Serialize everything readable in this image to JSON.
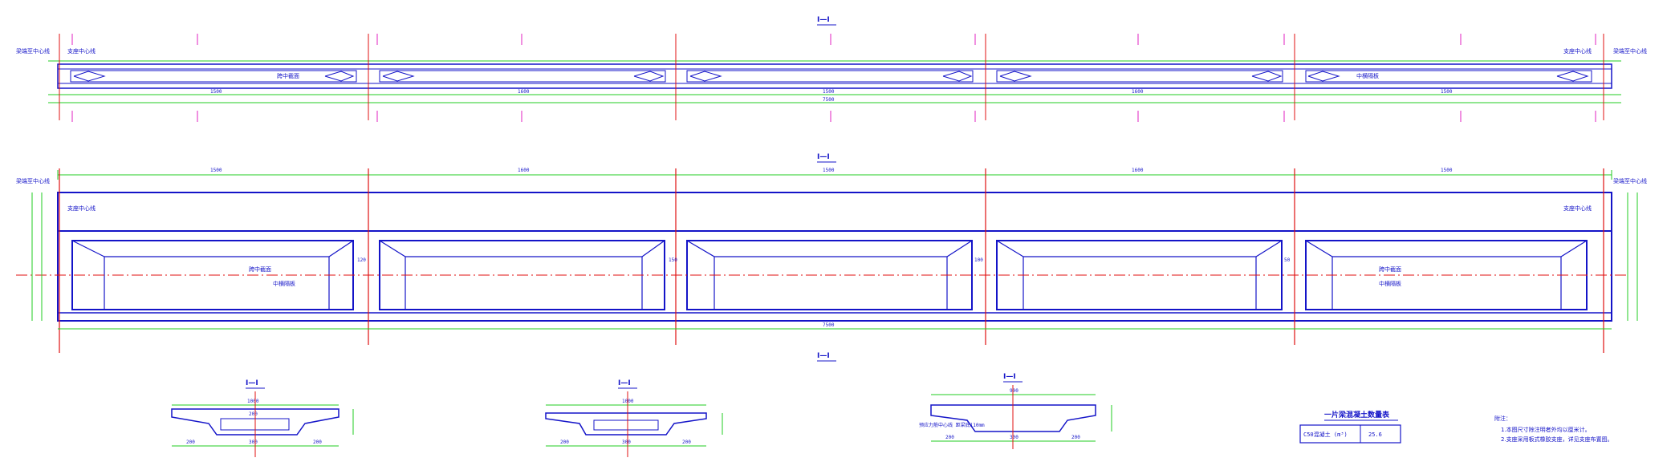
{
  "section_marks": {
    "plan": "I—I",
    "elevation": "I—I",
    "bottom": "I—I",
    "section_a": "I—I",
    "section_b": "I—I",
    "section_c": "I—I"
  },
  "labels": {
    "left_end": "梁端至中心线",
    "right_end": "梁端至中心线",
    "left_center": "支座中心线",
    "right_center": "支座中心线",
    "mid_label_1": "跨中截面",
    "mid_label_2": "中横隔板",
    "dim_top_1": "1500",
    "dim_top_2": "1600",
    "dim_top_3": "1500",
    "dim_top_4": "1600",
    "dim_top_5": "1500",
    "dim_total": "7500",
    "dim_small_a": "120",
    "dim_small_b": "150",
    "dim_small_c": "100",
    "dim_small_d": "50",
    "sec_a_top": "1000",
    "sec_a_mid": "200",
    "sec_a_b1": "200",
    "sec_a_b2": "300",
    "sec_a_b3": "200",
    "sec_b_top": "1000",
    "sec_b_b1": "200",
    "sec_b_b2": "300",
    "sec_b_b3": "200",
    "sec_c_top": "900",
    "sec_c_b1": "200",
    "sec_c_b2": "300",
    "sec_c_b3": "200",
    "sec_c_note": "预应力筋中心线 距梁底110mm"
  },
  "table": {
    "title": "一片梁混凝土数量表",
    "col1": "C50混凝土 (m³)",
    "col2": "25.6"
  },
  "notes": {
    "heading": "附注：",
    "line1": "1.本图尺寸除注明者外均以厘米计。",
    "line2": "2.支座采用板式橡胶支座，详见支座布置图。"
  }
}
